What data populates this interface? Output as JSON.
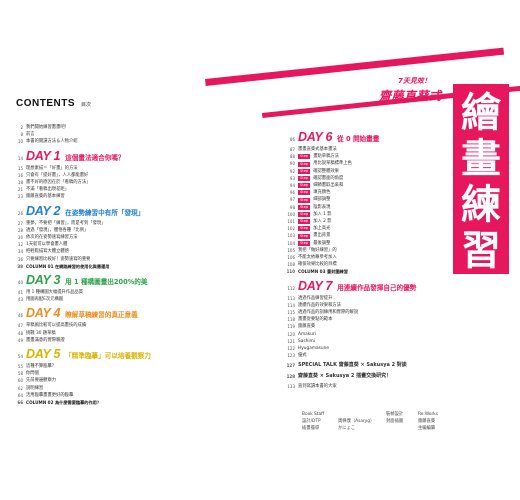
{
  "colors": {
    "accent": "#e6175d",
    "day_red": "#e6175d",
    "day_blue": "#1f7fd0",
    "day_green": "#2da24a",
    "day_orange": "#f08d1c",
    "day_yellow": "#d9b400",
    "day_pink": "#e6175d"
  },
  "book": {
    "subtitle_small": "7天見效！",
    "subtitle": "齋藤直葵式",
    "title_vertical": "繪畫練習法"
  },
  "toc": {
    "title": "CONTENTS",
    "subtitle": "目次",
    "left": [
      {
        "type": "item",
        "pg": "2",
        "text": "我們開始練習畫畫吧！"
      },
      {
        "type": "item",
        "pg": "8",
        "text": "前言"
      },
      {
        "type": "item",
        "pg": "10",
        "text": "本書的閱讀方法＆人物介紹"
      },
      {
        "type": "day",
        "pg": "14",
        "num": "DAY 1",
        "title": "這個畫法適合你嗎？",
        "color": "#e6175d"
      },
      {
        "type": "item",
        "pg": "15",
        "text": "理想素描＝「好畫」的方法"
      },
      {
        "type": "item",
        "pg": "16",
        "text": "只會有「提好畫」，人人都能畫好"
      },
      {
        "type": "item",
        "pg": "18",
        "text": "畫不好的原因在於「看稿的方法」"
      },
      {
        "type": "item",
        "pg": "21",
        "text": "不滿「看稿出現差距」"
      },
      {
        "type": "item",
        "pg": "23",
        "text": "齋藤直葵的基本練習"
      },
      {
        "type": "day",
        "pg": "26",
        "num": "DAY 2",
        "title": "在姿勢練習中有所「發現」",
        "color": "#1f7fd0"
      },
      {
        "type": "item",
        "pg": "27",
        "text": "重夢，不要把「練習」，而是考到「發現」"
      },
      {
        "type": "item",
        "pg": "28",
        "text": "透過「發現」，體悟各種「比例」"
      },
      {
        "type": "item",
        "pg": "30",
        "text": "依次的在姿勢速寫練習方法"
      },
      {
        "type": "item",
        "pg": "32",
        "text": "1天就可以學會畫人體"
      },
      {
        "type": "item",
        "pg": "34",
        "text": "把輕鬆描寫大體立體感"
      },
      {
        "type": "item",
        "pg": "36",
        "text": "只要練習比較好！姿勢速寫的重要"
      },
      {
        "type": "col",
        "pg": "38",
        "text": "COLUMN 01 在網路練習的使用化與應運用"
      },
      {
        "type": "day",
        "pg": "40",
        "num": "DAY 3",
        "title": "用 1 種構圖畫出200%的美",
        "color": "#2da24a"
      },
      {
        "type": "item",
        "pg": "41",
        "text": "用 1 種構圖大幅提升作品品質"
      },
      {
        "type": "item",
        "pg": "43",
        "text": "用圖再配E次元構圖"
      },
      {
        "type": "day",
        "pg": "46",
        "num": "DAY 4",
        "title": "瞭解草稿練習的真正意義",
        "color": "#f08d1c"
      },
      {
        "type": "item",
        "pg": "47",
        "text": "草稿風比較可以提高畫技的成績"
      },
      {
        "type": "item",
        "pg": "48",
        "text": "挑戰 30 題草稿"
      },
      {
        "type": "item",
        "pg": "49",
        "text": "畫畫滿意的實際驗證"
      },
      {
        "type": "day",
        "pg": "54",
        "num": "DAY 5",
        "title": "「精準臨摹」可以培養觀察力",
        "color": "#d9b400"
      },
      {
        "type": "item",
        "pg": "55",
        "text": "這種不算臨摹？"
      },
      {
        "type": "item",
        "pg": "58",
        "text": "你問個"
      },
      {
        "type": "item",
        "pg": "60",
        "text": "先前要邊觀察力"
      },
      {
        "type": "item",
        "pg": "62",
        "text": "說明練習"
      },
      {
        "type": "item",
        "pg": "64",
        "text": "活用臨摹畫畫更好的臨摹"
      },
      {
        "type": "col",
        "pg": "66",
        "text": "COLUMN 02 為什麼需要臨摹的作用？"
      }
    ],
    "right": [
      {
        "type": "day",
        "pg": "86",
        "num": "DAY 6",
        "title": "從 0 開始畫畫",
        "color": "#e6175d"
      },
      {
        "type": "item",
        "pg": "87",
        "text": "畫畫直葵式基本畫法"
      },
      {
        "type": "tag",
        "pg": "88",
        "tag": "Step",
        "text": "畫點草稿方法"
      },
      {
        "type": "tag",
        "pg": "90",
        "tag": "Step",
        "text": "用比說草稿標準上色"
      },
      {
        "type": "tag",
        "pg": "92",
        "tag": "Step",
        "text": "確認整體效果"
      },
      {
        "type": "tag",
        "pg": "93",
        "tag": "Step",
        "text": "確認畫面的角度"
      },
      {
        "type": "tag",
        "pg": "94",
        "tag": "Step",
        "text": "細節畫取出來和"
      },
      {
        "type": "tag",
        "pg": "96",
        "tag": "Step",
        "text": "填充顏色"
      },
      {
        "type": "tag",
        "pg": "97",
        "tag": "Step",
        "text": "細部調整"
      },
      {
        "type": "tag",
        "pg": "98",
        "tag": "Step",
        "text": "陰影表現"
      },
      {
        "type": "tag",
        "pg": "100",
        "tag": "Step",
        "text": "加入 1 影"
      },
      {
        "type": "tag",
        "pg": "101",
        "tag": "Step",
        "text": "加入 2 影"
      },
      {
        "type": "tag",
        "pg": "102",
        "tag": "Step",
        "text": "加上高光"
      },
      {
        "type": "tag",
        "pg": "103",
        "tag": "Step",
        "text": "畫出背景"
      },
      {
        "type": "tag",
        "pg": "104",
        "tag": "Step",
        "text": "最後調整"
      },
      {
        "type": "item",
        "pg": "105",
        "text": "我把「做好練習」的"
      },
      {
        "type": "item",
        "pg": "106",
        "text": "不能太依賴參考加入"
      },
      {
        "type": "item",
        "pg": "108",
        "text": "確保效果比較的目標"
      },
      {
        "type": "col",
        "pg": "110",
        "text": "COLUMN 03 畫封圖練習"
      },
      {
        "type": "day",
        "pg": "112",
        "num": "DAY 7",
        "title": "用連續作品發揮自己的優勢",
        "color": "#e6175d"
      },
      {
        "type": "item",
        "pg": "113",
        "text": "透過作品練習提升"
      },
      {
        "type": "item",
        "pg": "114",
        "text": "連續作品的效果和方法"
      },
      {
        "type": "item",
        "pg": "115",
        "text": "透過作品的訓練用和實際的解說"
      },
      {
        "type": "item",
        "pg": "118",
        "text": "畫畫從要點的範本"
      },
      {
        "type": "item",
        "pg": "119",
        "text": "齋藤直葵"
      },
      {
        "type": "item",
        "pg": "120",
        "text": "Amakuri"
      },
      {
        "type": "item",
        "pg": "121",
        "text": "Sashimi"
      },
      {
        "type": "item",
        "pg": "122",
        "text": "Hyugamasune"
      },
      {
        "type": "item",
        "pg": "123",
        "text": "優式"
      },
      {
        "type": "special",
        "pg": "127",
        "text": "SPECIAL TALK 齋藤直葵 × Sakusya 2 對談"
      },
      {
        "type": "special",
        "pg": "128",
        "text": "齋藤直葵 × Sakusya 2 插畫交換研究！"
      },
      {
        "type": "item",
        "pg": "133",
        "text": "直到寫讀本書的大家"
      }
    ],
    "staff": [
      [
        "Book Staff",
        "",
        "裝幀設計",
        "Re:Works"
      ],
      [
        "設計/DTP",
        "奧條僕（Asaryg）",
        "封面插圖",
        "齋藤直葵"
      ],
      [
        "插畫擔導",
        "かにょこ",
        "",
        "主編編纂"
      ]
    ]
  }
}
